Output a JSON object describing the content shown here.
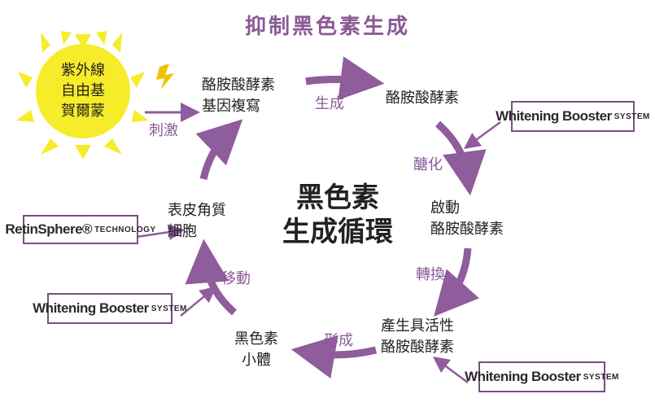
{
  "title": "抑制黑色素生成",
  "center": {
    "line1": "黑色素",
    "line2": "生成循環"
  },
  "sun": {
    "lines": [
      "紫外線",
      "自由基",
      "賀爾蒙"
    ]
  },
  "stimulus_label": "刺激",
  "nodes": {
    "gene": [
      "酪胺酸酵素",
      "基因複寫"
    ],
    "enzyme": [
      "酪胺酸酵素"
    ],
    "activate": [
      "啟動",
      "酪胺酸酵素"
    ],
    "active": [
      "產生具活性",
      "酪胺酸酵素"
    ],
    "melanosome": [
      "黑色素",
      "小體"
    ],
    "keratinocyte": [
      "表皮角質",
      "細胞"
    ]
  },
  "step_labels": {
    "generate": "生成",
    "glycosylation": "醣化",
    "convert": "轉換",
    "form": "形成",
    "move": "移動"
  },
  "badges": {
    "whitening_main": "Whitening Booster",
    "whitening_sub": "SYSTEM",
    "retin_main": "RetinSphere®",
    "retin_sub": "TECHNOLOGY"
  },
  "colors": {
    "purple": "#8f5c9c",
    "title_purple": "#8a5a96",
    "sun": "#f6ec2a",
    "bolt": "#f2c200"
  }
}
